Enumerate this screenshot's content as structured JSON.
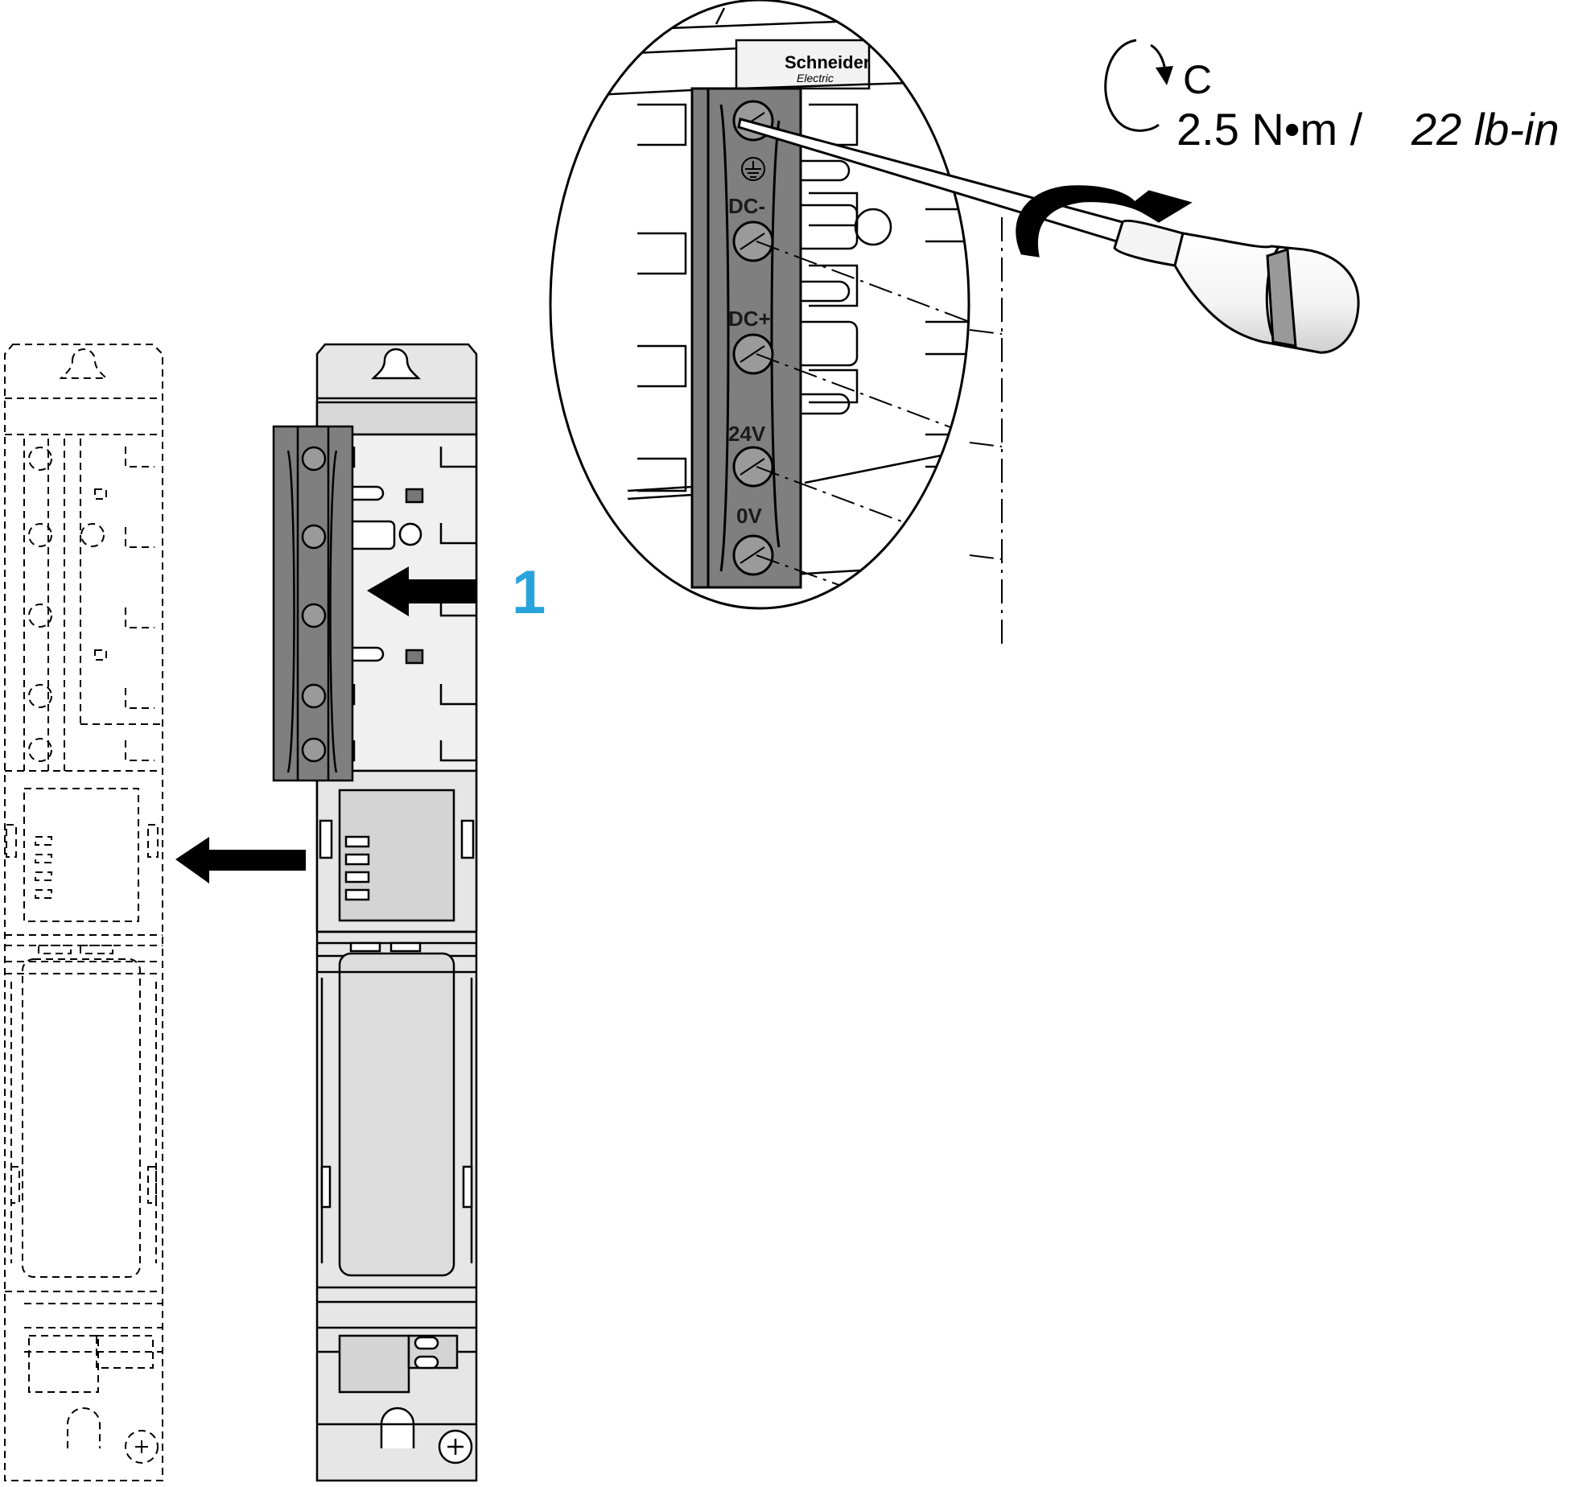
{
  "brand": {
    "logo_line1": "Schneider",
    "logo_line2": "Electric"
  },
  "torque": {
    "symbol": "C",
    "value_si": "2.5 N•m /",
    "value_imperial": "22 lb-in"
  },
  "step_label": "1",
  "terminals": [
    {
      "id": "pe",
      "label": ""
    },
    {
      "id": "dcm",
      "label": "DC-"
    },
    {
      "id": "dcp",
      "label": "DC+"
    },
    {
      "id": "v24",
      "label": "24V"
    },
    {
      "id": "v0",
      "label": "0V"
    }
  ],
  "icons": {
    "ground": "ground-symbol-icon",
    "rotation": "rotate-clockwise-icon",
    "screwdriver": "screwdriver-icon",
    "arrow": "arrow-left-icon"
  },
  "colors": {
    "accent": "#29a3dc",
    "terminal_strip": "#7f7f7f",
    "module_fill": "#e6e6e6",
    "line": "#000000"
  }
}
